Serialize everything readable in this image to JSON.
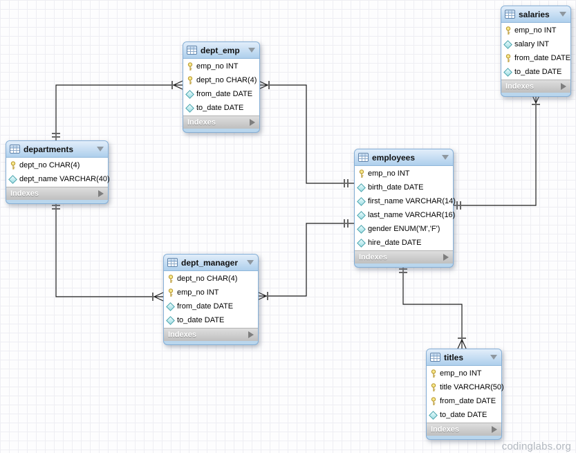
{
  "diagram": {
    "tool": "EER diagram",
    "footer_label": "Indexes",
    "watermark": "codinglabs.org",
    "colors": {
      "table_header_blue": "#b9d6ed",
      "indexes_bar_gray": "#c9c9c9",
      "primary_key_yellow": "#f0df6a",
      "diamond_teal": "#9edce2",
      "connector_black": "#1c1c1c",
      "grid_line": "#eeeef3"
    },
    "tables": [
      {
        "name": "salaries",
        "columns": [
          {
            "icon": "key",
            "label": "emp_no INT"
          },
          {
            "icon": "diamond",
            "label": "salary INT"
          },
          {
            "icon": "key",
            "label": "from_date DATE"
          },
          {
            "icon": "diamond",
            "label": "to_date DATE"
          }
        ]
      },
      {
        "name": "dept_emp",
        "columns": [
          {
            "icon": "key",
            "label": "emp_no INT"
          },
          {
            "icon": "key",
            "label": "dept_no CHAR(4)"
          },
          {
            "icon": "diamond",
            "label": "from_date DATE"
          },
          {
            "icon": "diamond",
            "label": "to_date DATE"
          }
        ]
      },
      {
        "name": "departments",
        "columns": [
          {
            "icon": "key",
            "label": "dept_no CHAR(4)"
          },
          {
            "icon": "diamond",
            "label": "dept_name VARCHAR(40)"
          }
        ]
      },
      {
        "name": "employees",
        "columns": [
          {
            "icon": "key",
            "label": "emp_no INT"
          },
          {
            "icon": "diamond",
            "label": "birth_date DATE"
          },
          {
            "icon": "diamond",
            "label": "first_name VARCHAR(14)"
          },
          {
            "icon": "diamond",
            "label": "last_name VARCHAR(16)"
          },
          {
            "icon": "diamond",
            "label": "gender ENUM('M','F')"
          },
          {
            "icon": "diamond",
            "label": "hire_date DATE"
          }
        ]
      },
      {
        "name": "dept_manager",
        "columns": [
          {
            "icon": "key",
            "label": "dept_no CHAR(4)"
          },
          {
            "icon": "key",
            "label": "emp_no INT"
          },
          {
            "icon": "diamond",
            "label": "from_date DATE"
          },
          {
            "icon": "diamond",
            "label": "to_date DATE"
          }
        ]
      },
      {
        "name": "titles",
        "columns": [
          {
            "icon": "key",
            "label": "emp_no INT"
          },
          {
            "icon": "key",
            "label": "title VARCHAR(50)"
          },
          {
            "icon": "key",
            "label": "from_date DATE"
          },
          {
            "icon": "diamond",
            "label": "to_date DATE"
          }
        ]
      }
    ],
    "relationships": [
      {
        "one": "departments",
        "many": "dept_emp"
      },
      {
        "one": "departments",
        "many": "dept_manager"
      },
      {
        "one": "employees",
        "many": "dept_emp"
      },
      {
        "one": "employees",
        "many": "dept_manager"
      },
      {
        "one": "employees",
        "many": "salaries"
      },
      {
        "one": "employees",
        "many": "titles"
      }
    ]
  }
}
